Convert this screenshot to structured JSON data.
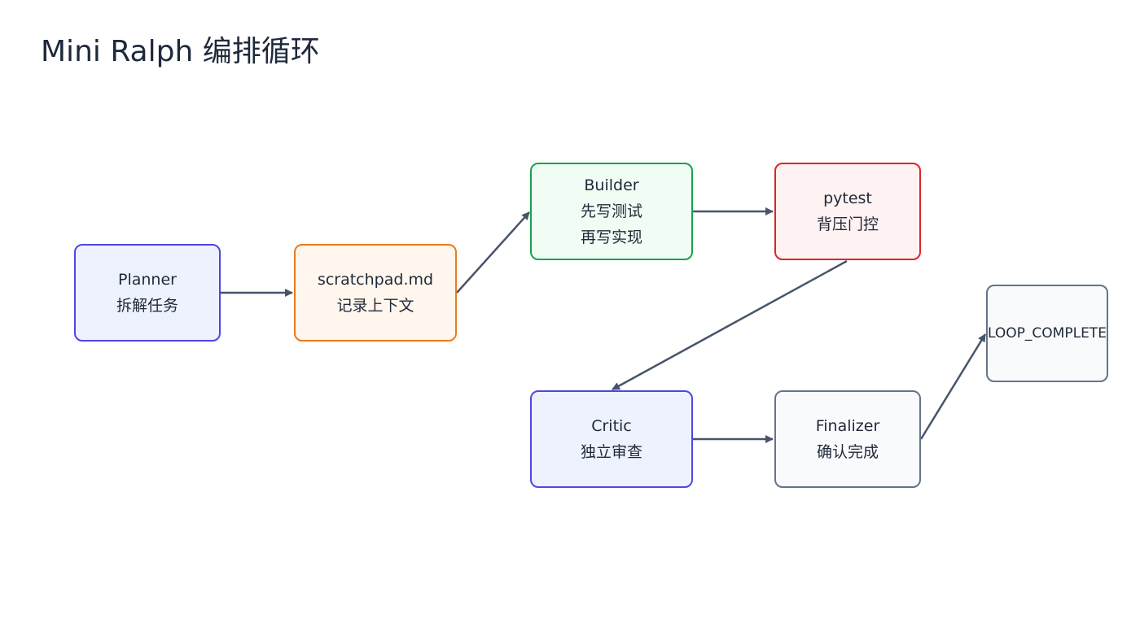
{
  "title": "Mini Ralph 编排循环",
  "nodes": {
    "planner": {
      "lines": [
        "Planner",
        "拆解任务"
      ],
      "border": "#4f46e5",
      "fill": "#eef2ff"
    },
    "scratchpad": {
      "lines": [
        "scratchpad.md",
        "记录上下文"
      ],
      "border": "#ea7a1d",
      "fill": "#fff7ed"
    },
    "builder": {
      "lines": [
        "Builder",
        "先写测试",
        "再写实现"
      ],
      "border": "#16a34a",
      "fill": "#f0fdf4"
    },
    "pytest": {
      "lines": [
        "pytest",
        "背压门控"
      ],
      "border": "#dc2626",
      "fill": "#fef2f2"
    },
    "critic": {
      "lines": [
        "Critic",
        "独立审查"
      ],
      "border": "#4f46e5",
      "fill": "#eef2ff"
    },
    "finalizer": {
      "lines": [
        "Finalizer",
        "确认完成"
      ],
      "border": "#64748b",
      "fill": "#f8fafc"
    },
    "loop_complete": {
      "lines": [
        "LOOP_COMPLETE"
      ],
      "border": "#64748b",
      "fill": "#f8fafc"
    }
  },
  "edges": [
    {
      "from": "planner",
      "to": "scratchpad"
    },
    {
      "from": "scratchpad",
      "to": "builder"
    },
    {
      "from": "builder",
      "to": "pytest"
    },
    {
      "from": "pytest",
      "to": "critic"
    },
    {
      "from": "critic",
      "to": "finalizer"
    },
    {
      "from": "finalizer",
      "to": "loop_complete"
    }
  ],
  "colors": {
    "edge": "#475569",
    "title": "#1e293b"
  }
}
